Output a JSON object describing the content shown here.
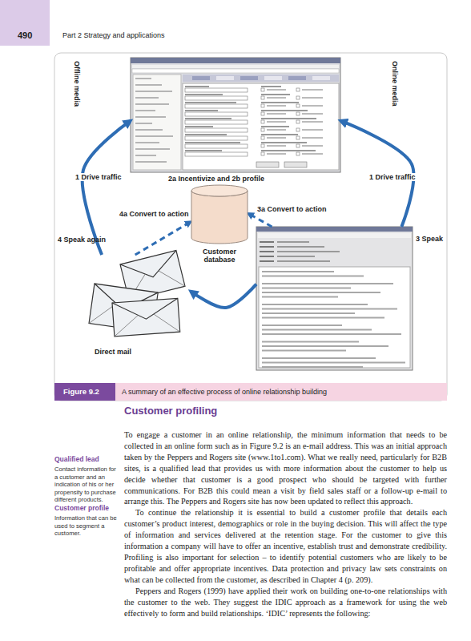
{
  "diagram": {
    "caption": "A summary of an effective process of online relationship building",
    "nodes": [
      {
        "text": [
          "2a Incentivize and 2b profile"
        ]
      },
      {
        "text": [
          "Customer database"
        ]
      },
      {
        "text": [
          "3 Speak"
        ]
      },
      {
        "text": [
          "4 Speak again",
          "Direct mail"
        ]
      }
    ],
    "edges": [
      {
        "from": 3,
        "to": 0,
        "arrow": "to",
        "label": "1 Drive traffic"
      },
      {
        "from": 2,
        "to": 0,
        "arrow": "to",
        "label": "1 Drive traffic"
      },
      {
        "from": 2,
        "to": 1,
        "arrow": "to",
        "label": "3a Convert to action"
      },
      {
        "from": 3,
        "to": 1,
        "arrow": "to",
        "label": "4a Convert to action"
      },
      {
        "from": 2,
        "to": 3,
        "arrow": "to"
      }
    ],
    "labels": [
      "490",
      "Part 2 Strategy and applications",
      "Offline media",
      "Online media",
      "Figure 9.2",
      "Customer profiling",
      "Qualified lead",
      "Contact information for a customer and an indication of his or her propensity to purchase different products.",
      "Customer profile",
      "Information that can be used to segment a customer.",
      "To engage a customer in an online relationship, the minimum information that needs to be collected in an online form such as in Figure 9.2 is an e-mail address. This was an initial approach taken by the Peppers and Rogers site (www.1to1.com). What we really need, particularly for B2B sites, is a qualified lead that provides us with more information about the customer to help us decide whether that customer is a good prospect who should be targeted with further communications. For B2B this could mean a visit by field sales staff or a follow-up e-mail to arrange this. The Peppers and Rogers site has now been updated to reflect this approach.",
      "To continue the relationship it is essential to build a customer profile that details each customer’s product interest, demographics or role in the buying decision. This will affect the type of information and services delivered at the retention stage. For the customer to give this information a company will have to offer an incentive, establish trust and demonstrate credibility. Profiling is also important for selection – to identify potential customers who are likely to be profitable and offer appropriate incentives. Data protection and privacy law sets constraints on what can be collected from the customer, as described in Chapter 4 (p. 209).",
      "Peppers and Rogers (1999) have applied their work on building one-to-one relationships with the customer to the web. They suggest the IDIC approach as a framework for using the web effectively to form and build relationships. ‘IDIC’ represents the following:"
    ]
  }
}
